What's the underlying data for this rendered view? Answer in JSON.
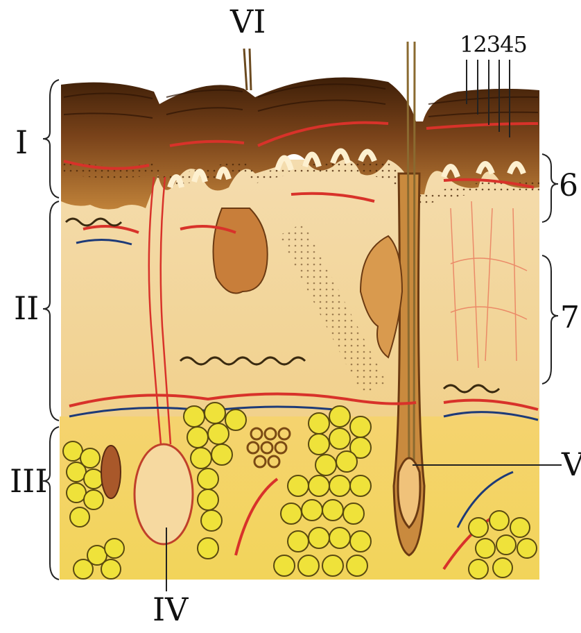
{
  "labels": {
    "I": "I",
    "II": "II",
    "III": "III",
    "IV": "IV",
    "V": "V",
    "VI": "VI",
    "n6": "6",
    "n7": "7",
    "top_numbers": "12345"
  },
  "colors": {
    "epidermis_dark": "#6b3a12",
    "epidermis_mid": "#b7772c",
    "dermis": "#f6e2b3",
    "artery": "#d8322a",
    "vein": "#1d3a78",
    "fat": "#efe23a",
    "fat_outline": "#5a4a10",
    "background": "#ffffff"
  }
}
